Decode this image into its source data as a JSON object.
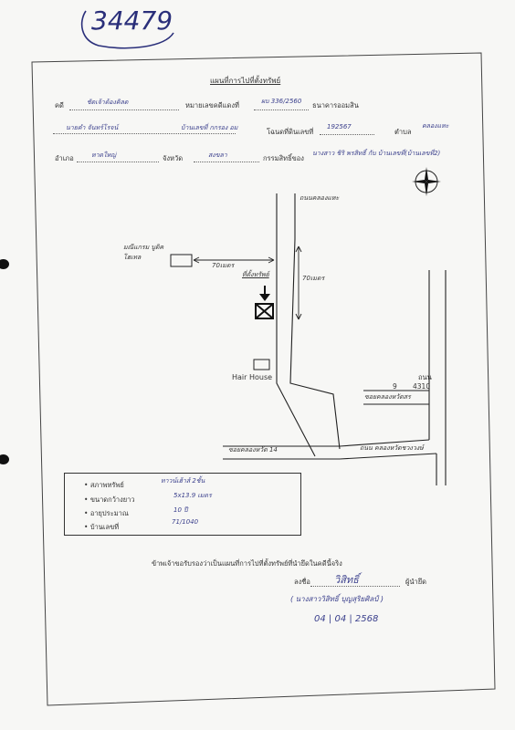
{
  "doc_number": "34479",
  "title": "แผนที่การไปที่ตั้งทรัพย์",
  "header": {
    "case_label": "คดี",
    "case_value": "ชัดเจ้าต้องคิลด",
    "case_no_label": "หมายเลขคดีแดงที่",
    "case_no_value": "ผบ 336/2560",
    "plaintiff": "ธนาคารออมสิน",
    "line2_name": "นายคำ จันทร์โรจน์",
    "line2_mid": "บ้านเลขที่ กกรอง อม",
    "line2_deed_label": "โฉนดที่ดินเลขที่",
    "line2_deed_value": "192567",
    "line2_subdistrict_label": "ตำบล",
    "line2_subdistrict_value": "คลองแหะ",
    "district_label": "อำเภอ",
    "district_value": "หาดใหญ่",
    "province_label": "จังหวัด",
    "province_value": "สงขลา",
    "owner_label": "กรรมสิทธิ์ของ",
    "owner_value": "นางสาว ชิริ พรสิทธิ์ กับ บ้านเลขที่(บ้านเลขที่2)"
  },
  "map": {
    "road_top_label": "ถนนคลองแหะ",
    "hotel_label": "มณีแกรม บูติค โฮเทล",
    "dist_horizontal": "70เมตร",
    "target_label": "ที่ตั้งทรัพย์",
    "dist_vertical": "70เมตร",
    "hair_house": "Hair House",
    "right_label_1": "ถนน",
    "right_label_2": "9",
    "right_label_3": "4310",
    "soi_right": "ซอยคลองหวัดสร",
    "soi_14": "ซอยคลองหวัด 14",
    "road_bottom_right": "ถนน คลองหวัดชวงวงษ์"
  },
  "details": {
    "rows": [
      {
        "label": "สภาพทรัพย์",
        "value": "ทาวน์เฮ้าส์ 2ชั้น"
      },
      {
        "label": "ขนาดกว้างยาว",
        "value": "5x13.9 เมตร"
      },
      {
        "label": "อายุประมาณ",
        "value": "10 ปี"
      },
      {
        "label": "บ้านเลขที่",
        "value": "71/1040"
      }
    ]
  },
  "certify": {
    "statement": "ข้าพเจ้าขอรับรองว่าเป็นแผนที่การไปที่ตั้งทรัพย์ที่นำยึดในคดีนี้จริง",
    "sign_label": "ลงชื่อ",
    "sign_value": "วิสิทธิ์",
    "role": "ผู้นำยึด",
    "name_paren": "( นางสาววิสิทธิ์ บุญสุริยศิลป์ )",
    "date": "04 | 04 | 2568"
  }
}
